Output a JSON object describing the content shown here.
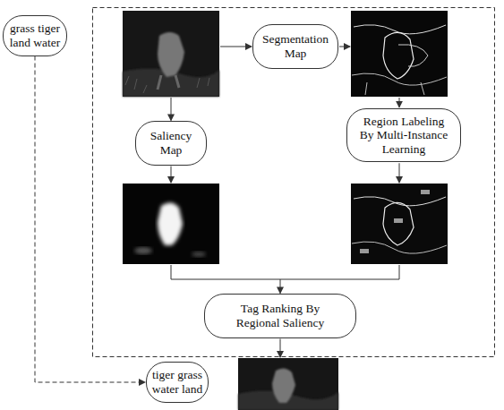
{
  "diagram": {
    "nodes": [
      {
        "text": [
          "grass tiger land water"
        ]
      },
      {
        "text": [
          "Segmentation Map"
        ]
      },
      {
        "text": [
          "Saliency Map"
        ]
      },
      {
        "text": [
          "Region Labeling By Multi-Instance Learning"
        ]
      },
      {
        "text": [
          "Tag Ranking By Regional Saliency"
        ]
      },
      {
        "text": [
          "tiger grass water land"
        ]
      }
    ],
    "edges": [
      {
        "from": 0,
        "to": 5,
        "arrow": "to"
      }
    ]
  }
}
